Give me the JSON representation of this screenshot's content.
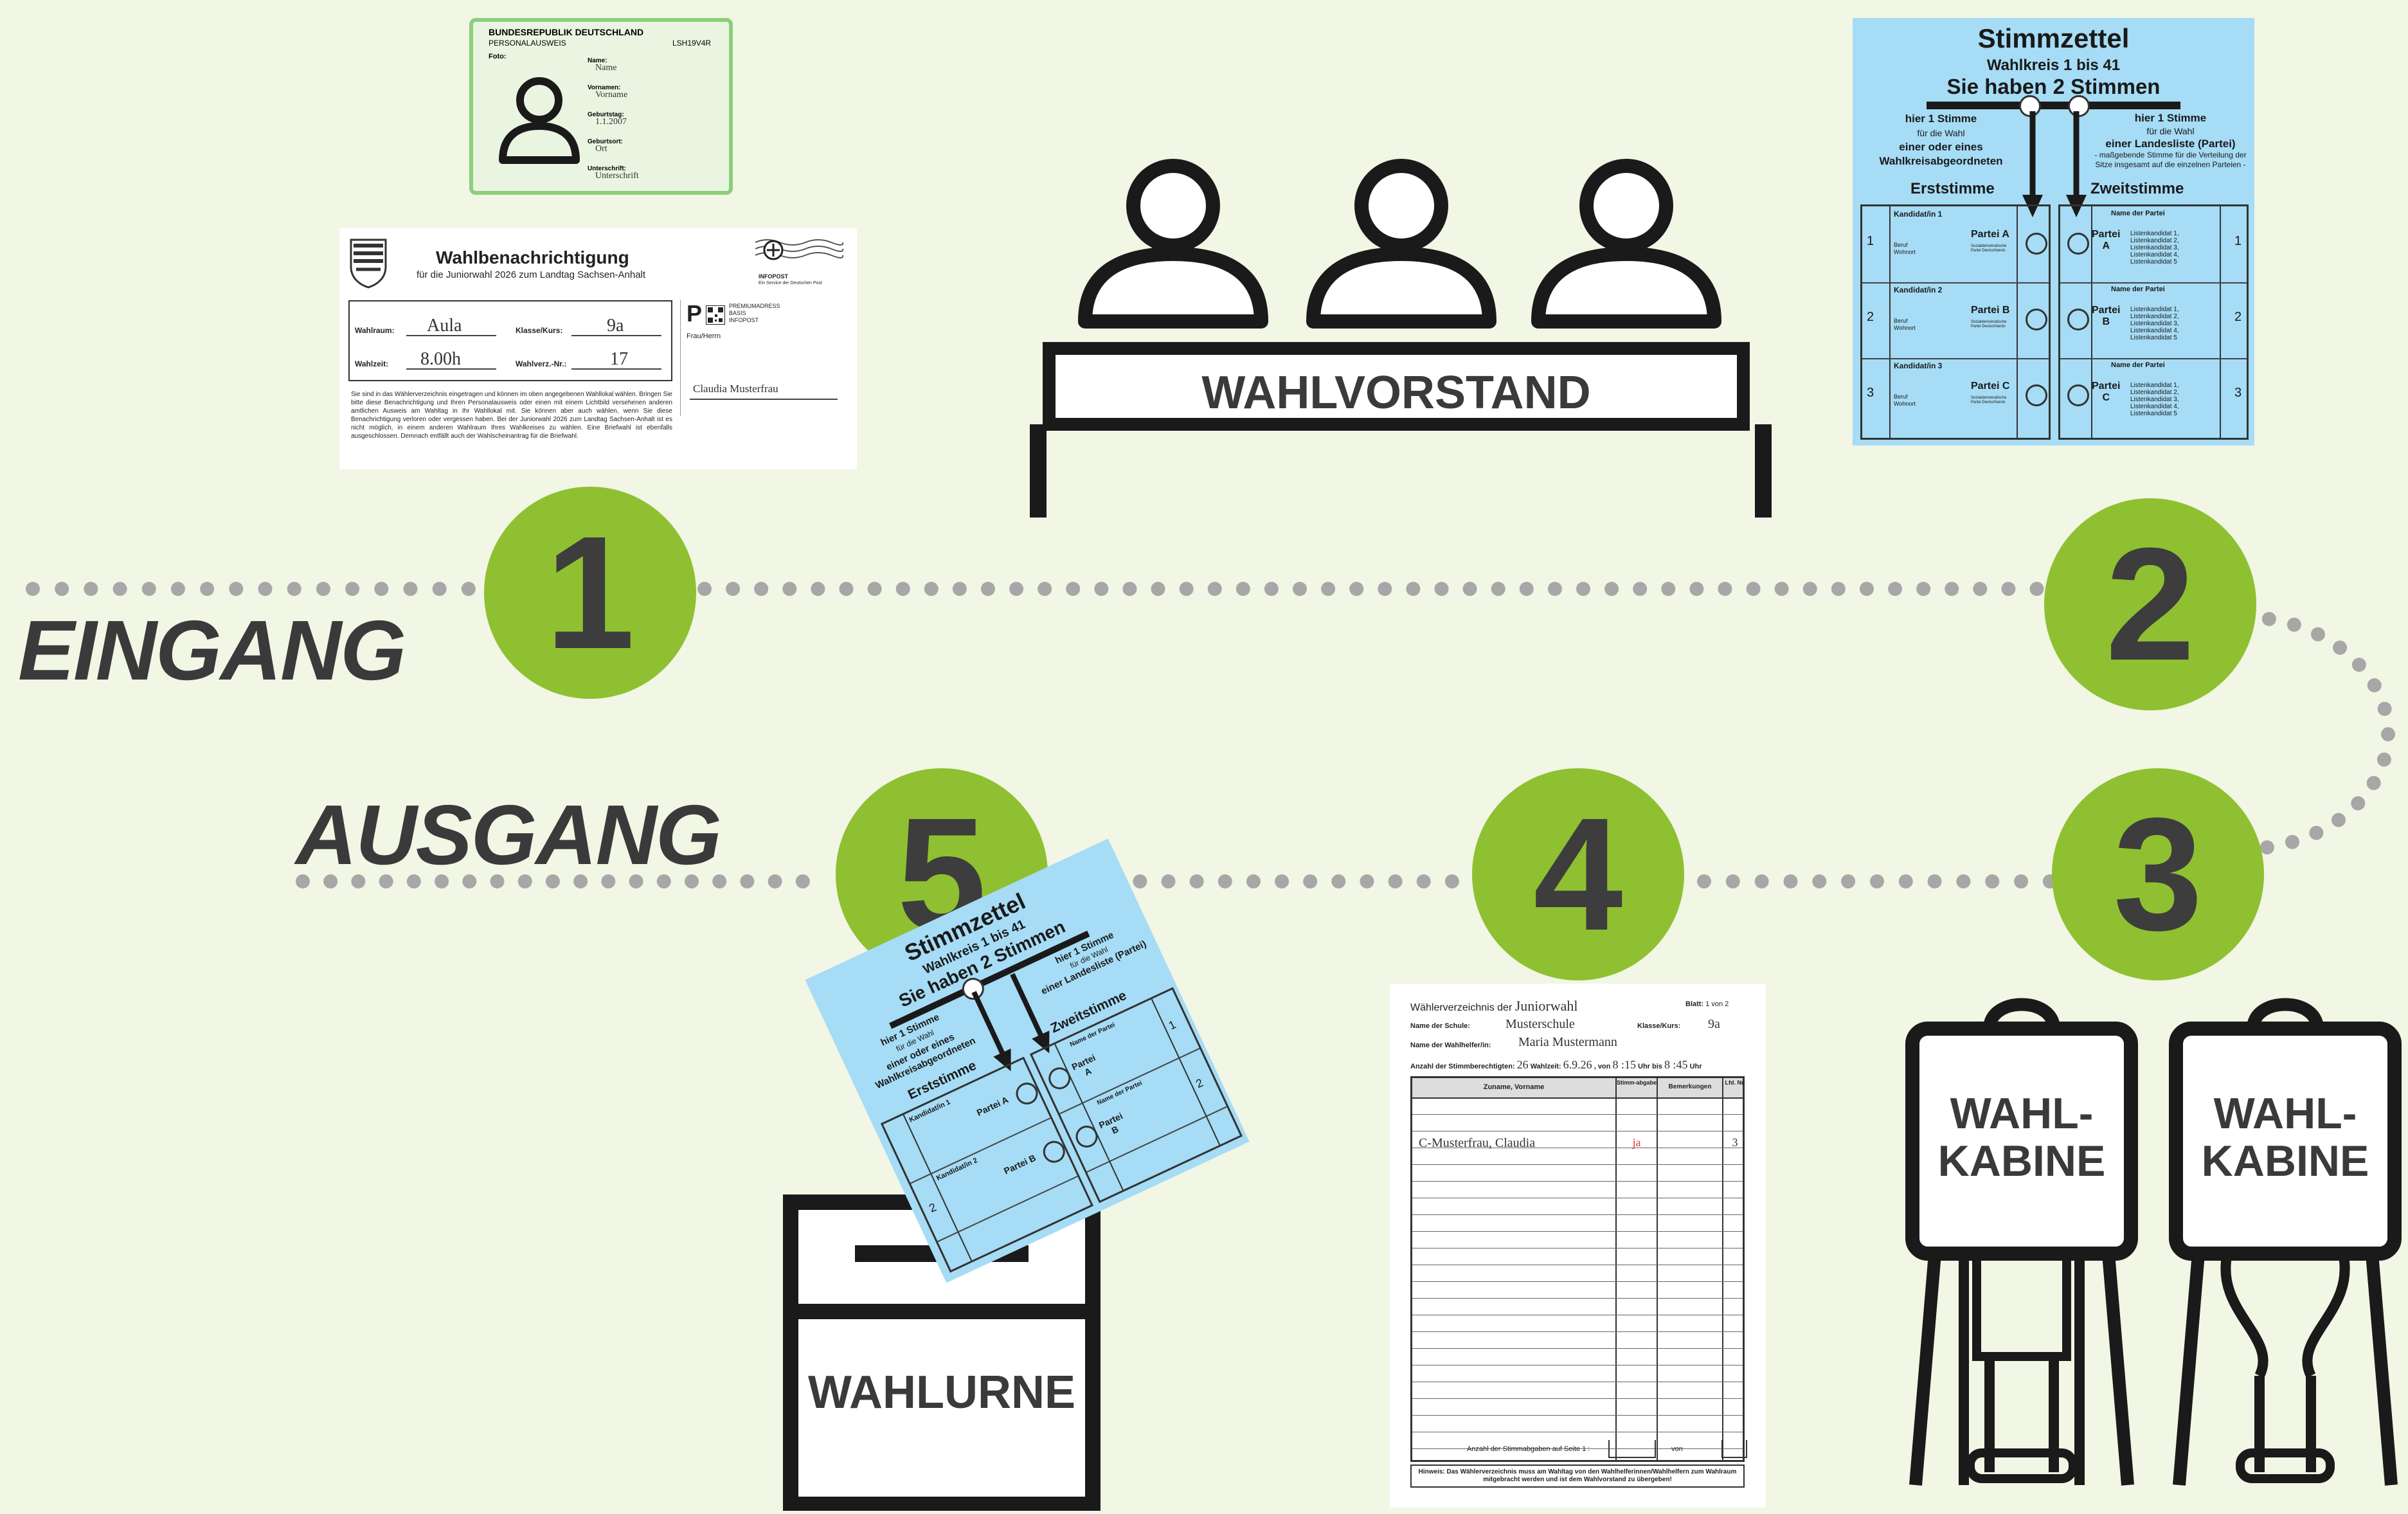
{
  "labels": {
    "entrance": "EINGANG",
    "exit": "AUSGANG",
    "steps": [
      "1",
      "2",
      "3",
      "4",
      "5"
    ],
    "wahlvorstand": "WAHLVORSTAND",
    "booth_line1": "WAHL-",
    "booth_line2": "KABINE",
    "urn": "WAHLURNE"
  },
  "id_card": {
    "country": "BUNDESREPUBLIK DEUTSCHLAND",
    "doc_type": "PERSONALAUSWEIS",
    "number": "LSH19V4R",
    "photo_label": "Foto:",
    "fields": [
      {
        "label": "Name:",
        "value": "Name"
      },
      {
        "label": "Vornamen:",
        "value": "Vorname"
      },
      {
        "label": "Geburtstag:",
        "value": "1.1.2007"
      },
      {
        "label": "Geburtsort:",
        "value": "Ort"
      },
      {
        "label": "Unterschrift:",
        "value": "Unterschrift"
      }
    ]
  },
  "notice": {
    "title": "Wahlbenachrichtigung",
    "subtitle": "für die Juniorwahl 2026 zum Landtag Sachsen-Anhalt",
    "room_label": "Wahlraum:",
    "room_value": "Aula",
    "class_label": "Klasse/Kurs:",
    "class_value": "9a",
    "time_label": "Wahlzeit:",
    "time_value": "8.00h",
    "reg_label": "Wahlverz.-Nr.:",
    "reg_value": "17",
    "post_mark": "P",
    "post_lines": [
      "PREMIUMADRESS",
      "BASIS",
      "INFOPOST"
    ],
    "infopost": "INFOPOST",
    "infopost_sub": "Ein Service der Deutschen Post",
    "addressee_label": "Frau/Herrn",
    "addressee": "Claudia Musterfrau",
    "body_text": "Sie sind in das Wählerverzeichnis eingetragen und können im oben angegebenen Wahllokal wählen. Bringen Sie bitte diese Benachrichtigung und Ihren Personalausweis oder einen mit einem Lichtbild versehenen anderen amtlichen Ausweis am Wahltag in Ihr Wahllokal mit. Sie können aber auch wählen, wenn Sie diese Benachrichtigung verloren oder vergessen haben. Bei der Juniorwahl 2026 zum Landtag Sachsen-Anhalt ist es nicht möglich, in einem anderen Wahlraum Ihres Wahlkreises zu wählen. Eine Briefwahl ist ebenfalls ausgeschlossen. Demnach entfällt auch der Wahlscheinantrag für die Briefwahl."
  },
  "ballot": {
    "title": "Stimmzettel",
    "district": "Wahlkreis 1 bis 41",
    "votes": "Sie haben 2 Stimmen",
    "left_hint": [
      "hier 1 Stimme",
      "für die Wahl",
      "einer oder eines",
      "Wahlkreisabgeordneten"
    ],
    "right_hint": [
      "hier 1 Stimme",
      "für die Wahl",
      "einer Landesliste (Partei)",
      "- maßgebende Stimme für die Verteilung der",
      "Sitze insgesamt auf die einzelnen Parteien -"
    ],
    "first_vote": "Erststimme",
    "second_vote": "Zweitstimme",
    "candidate_rows": [
      {
        "nr": "1",
        "cand": "Kandidat/in 1",
        "party": "Partei A",
        "sub": [
          "Beruf",
          "Wohnort"
        ],
        "abbr": "Sozialdemokratische Partei Deutschlands",
        "party_short": [
          "Partei",
          "A"
        ]
      },
      {
        "nr": "2",
        "cand": "Kandidat/in 2",
        "party": "Partei B",
        "sub": [
          "Beruf",
          "Wohnort"
        ],
        "abbr": "Sozialdemokratische Partei Deutschlands",
        "party_short": [
          "Partei",
          "B"
        ]
      },
      {
        "nr": "3",
        "cand": "Kandidat/in 3",
        "party": "Partei C",
        "sub": [
          "Beruf",
          "Wohnort"
        ],
        "abbr": "Sozialdemokratische Partei Deutschlands",
        "party_short": [
          "Partei",
          "C"
        ]
      }
    ],
    "party_name_label": "Name der Partei",
    "list_candidates": [
      "Listenkandidat 1,",
      "Listenkandidat 2,",
      "Listenkandidat 3,",
      "Listenkandidat 4,",
      "Listenkandidat 5"
    ]
  },
  "register": {
    "title_prefix": "Wählerverzeichnis der",
    "title_value": "Juniorwahl",
    "sheet_label": "Blatt:",
    "sheet_value": "1 von 2",
    "school_label": "Name der Schule:",
    "school_value": "Musterschule",
    "class_label": "Klasse/Kurs:",
    "class_value": "9a",
    "helper_label": "Name der Wahlhelfer/in:",
    "helper_value": "Maria Mustermann",
    "eligible_label": "Anzahl der Stimmberechtigten:",
    "eligible_value": "26",
    "time_label": "Wahlzeit:",
    "date_value": "6.9.26",
    "from_label": ", von",
    "from_value": "8 :15",
    "to_label": "Uhr bis",
    "to_value": "8 :45",
    "uhr": "Uhr",
    "columns": [
      "Zuname, Vorname",
      "Stimm-abgabe",
      "Bemerkungen",
      "Lfd. Nr."
    ],
    "entry": {
      "name": "C-Musterfrau, Claudia",
      "vote": "ja",
      "remark": "",
      "nr": "3"
    },
    "footer_count_label": "Anzahl der Stimmabgaben auf Seite 1 :",
    "footer_of": "von",
    "note": "Hinweis: Das Wählerverzeichnis muss am Wahltag von den Wahlhelferinnen/Wahlhelfern zum Wahlraum mitgebracht werden und ist dem Wahlvorstand zu übergeben!"
  },
  "colors": {
    "background": "#f1f6e5",
    "step_circle": "#8fc031",
    "ballot_blue": "#a6dcf5",
    "id_green": "#7fca6e",
    "path_dots": "#a7a7a7",
    "dark": "#3a3a3a"
  },
  "icons": [
    "person-icon",
    "ballot-box-icon",
    "voting-booth-icon",
    "arrow-down-icon",
    "post-logo-icon",
    "coat-of-arms-icon"
  ]
}
